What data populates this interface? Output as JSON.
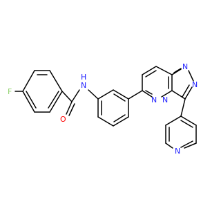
{
  "molecule": {
    "atom_labels": {
      "fluorine": "F",
      "amide_nitrogen": "N",
      "amide_hydrogen": "H",
      "carbonyl_oxygen": "O",
      "triazole_n1": "N",
      "triazole_n2": "N",
      "pyridazine_n_bridge": "N",
      "pyridazine_n": "N",
      "pyridine_n": "N"
    },
    "colors": {
      "bond": "#000000",
      "fluorine": "#8fd16a",
      "nitrogen": "#2020ff",
      "oxygen": "#ff0000"
    }
  }
}
